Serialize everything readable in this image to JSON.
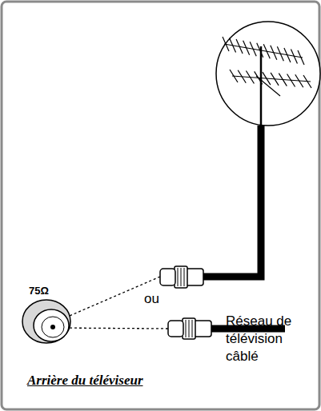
{
  "diagram": {
    "labels": [
      "75Ω",
      "ou",
      "Réseau de télévision câblé",
      "Arrière du téléviseur"
    ]
  }
}
